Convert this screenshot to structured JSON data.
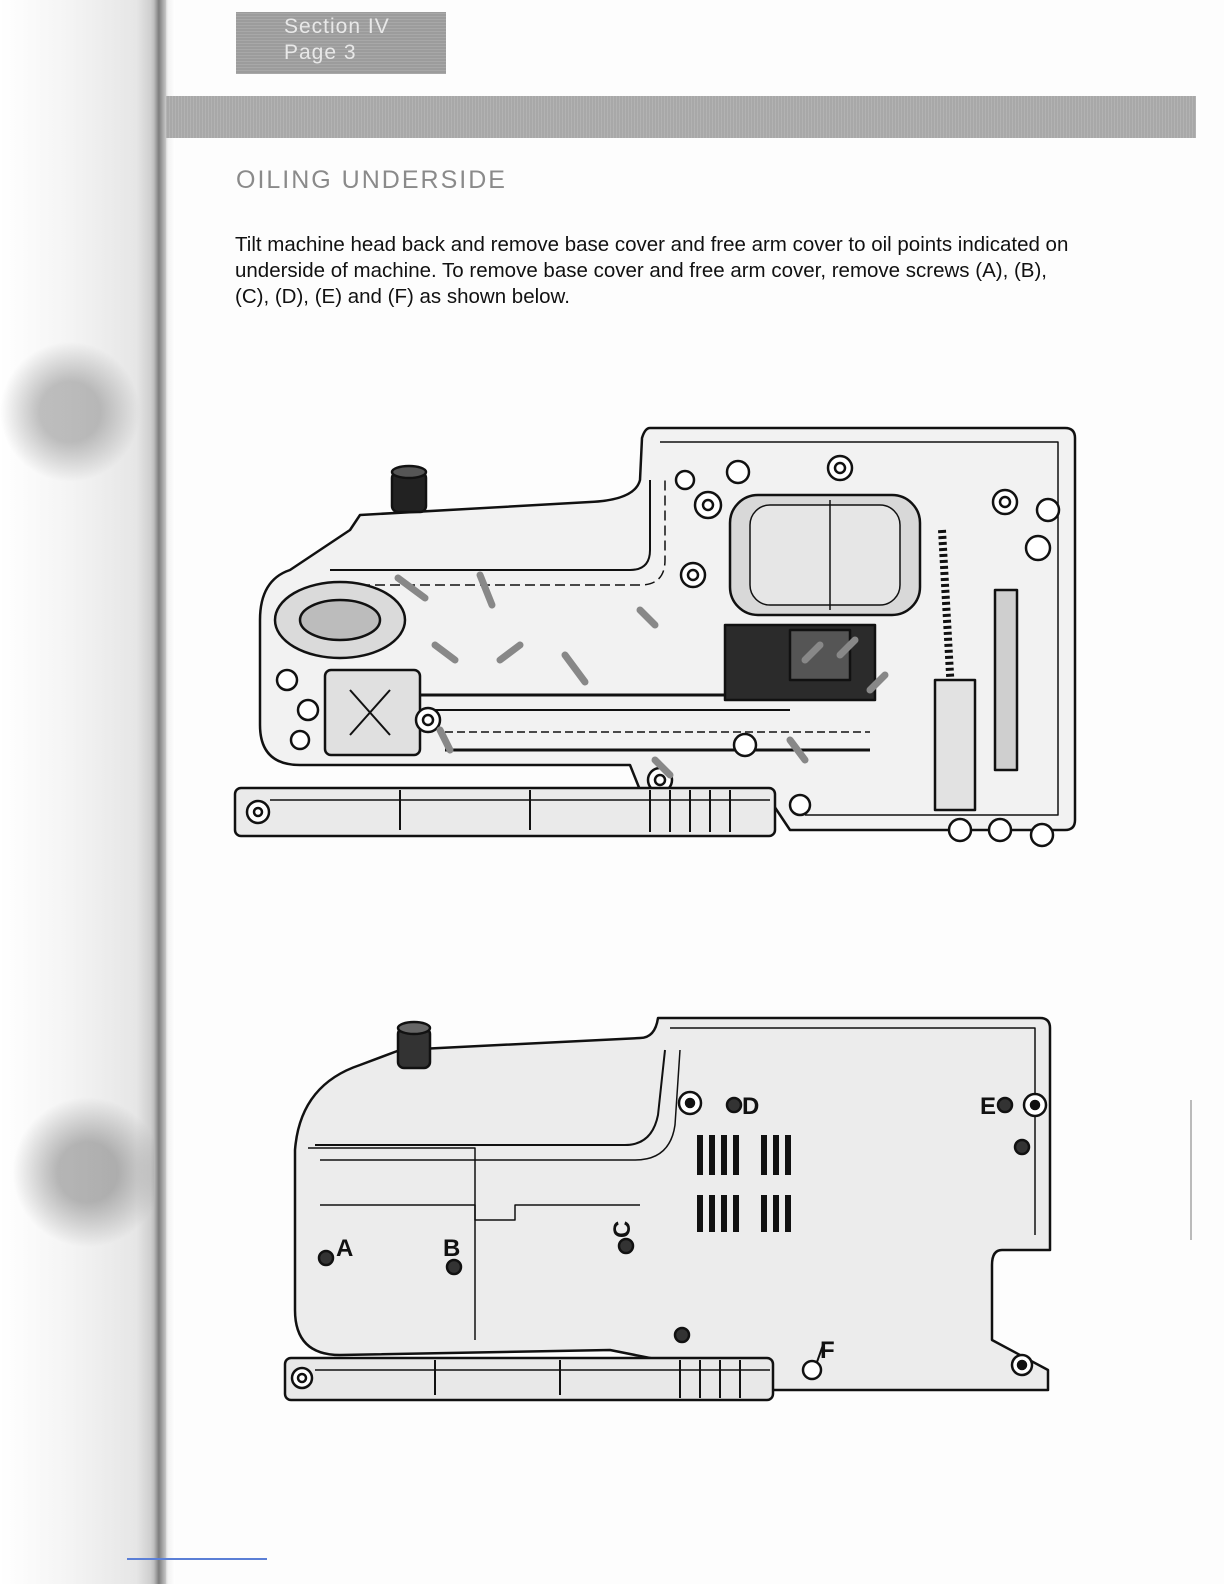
{
  "section_tab": {
    "line1": "Section IV",
    "line2": "Page  3"
  },
  "title": "OILING UNDERSIDE",
  "instructions": "Tilt machine head back and remove base cover and free arm cover to oil points indicated on underside of machine. To remove base cover and free arm cover, remove screws (A), (B), (C), (D), (E) and (F) as shown below.",
  "figure_top": {
    "description_icon": "machine-underside-open-icon"
  },
  "figure_bottom": {
    "screw_labels": {
      "a": "A",
      "b": "B",
      "c": "C",
      "d": "D",
      "e": "E",
      "f": "F"
    }
  }
}
